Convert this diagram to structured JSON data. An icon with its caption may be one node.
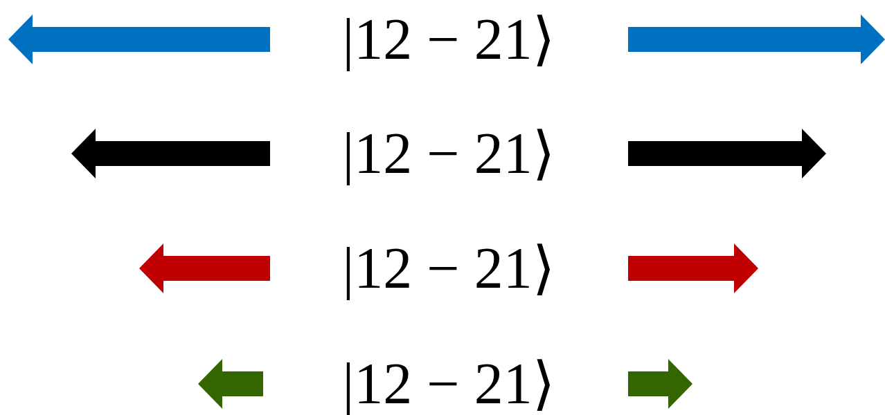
{
  "diagram": {
    "labels": [
      "|12 − 21⟩",
      "|12 − 21⟩",
      "|12 − 21⟩",
      "|12 − 21⟩"
    ]
  }
}
